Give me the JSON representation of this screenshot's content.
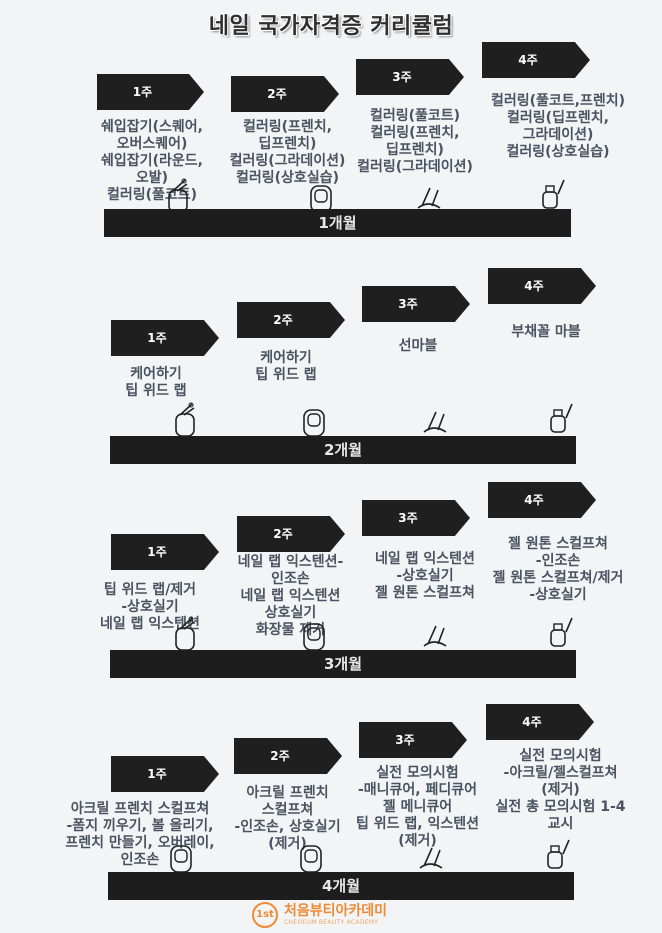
{
  "title": "네일 국가자격증 커리큘럼",
  "months": [
    {
      "label": "1개월",
      "weeks": [
        {
          "label": "1주",
          "desc": "쉐입잡기(스퀘어,\n오버스퀘어)\n쉐입잡기(라운드,\n오발)\n컬러링(풀코트)"
        },
        {
          "label": "2주",
          "desc": "컬러링(프렌치,\n딥프렌치)\n컬러링(그라데이션)\n컬러링(상호실습)"
        },
        {
          "label": "3주",
          "desc": "컬러링(풀코트)\n컬러링(프렌치,\n딥프렌치)\n컬러링(그라데이션)"
        },
        {
          "label": "4주",
          "desc": "컬러링(풀코트,프렌치)\n컬러링(딥프렌치,\n그라데이션)\n컬러링(상호실습)"
        }
      ]
    },
    {
      "label": "2개월",
      "weeks": [
        {
          "label": "1주",
          "desc": "케어하기\n팁 위드 랩"
        },
        {
          "label": "2주",
          "desc": "케어하기\n팁 위드 랩"
        },
        {
          "label": "3주",
          "desc": "선마블"
        },
        {
          "label": "4주",
          "desc": "부채꼴 마블"
        }
      ]
    },
    {
      "label": "3개월",
      "weeks": [
        {
          "label": "1주",
          "desc": "팁 위드 랩/제거\n-상호실기\n네일 랩 익스텐션"
        },
        {
          "label": "2주",
          "desc": "네일 랩 익스텐션-\n인조손\n네일 랩 익스텐션\n상호실기\n화장물 제거"
        },
        {
          "label": "3주",
          "desc": "네일 랩 익스텐션\n-상호실기\n젤 원톤 스컬프쳐"
        },
        {
          "label": "4주",
          "desc": "젤 원톤 스컬프쳐\n-인조손\n젤 원톤 스컬프쳐/제거\n-상호실기"
        }
      ]
    },
    {
      "label": "4개월",
      "weeks": [
        {
          "label": "1주",
          "desc": "아크릴 프렌치 스컬프쳐\n-폼지 끼우기, 볼 올리기,\n프렌치 만들기, 오버레이,\n인조손"
        },
        {
          "label": "2주",
          "desc": "아크릴 프렌치\n스컬프쳐\n-인조손, 상호실기\n(제거)"
        },
        {
          "label": "3주",
          "desc": "실전 모의시험\n-매니큐어, 페디큐어\n젤 메니큐어\n팁 위드 랩, 익스텐션\n(제거)"
        },
        {
          "label": "4주",
          "desc": "실전 모의시험\n-아크릴/젤스컬프쳐\n(제거)\n실전 총 모의시험 1-4\n교시"
        }
      ]
    }
  ],
  "logo": {
    "mark": "1st",
    "name": "처음뷰티아카데미",
    "sub": "CHEOEUM BEAUTY ACADEMY"
  },
  "colors": {
    "bar": "#1d1d1d",
    "accent": "#f08a34",
    "text": "#4a5360"
  },
  "icons": [
    "scissors-icon",
    "nail-icon",
    "pusher-icon",
    "polish-bottle-icon"
  ]
}
